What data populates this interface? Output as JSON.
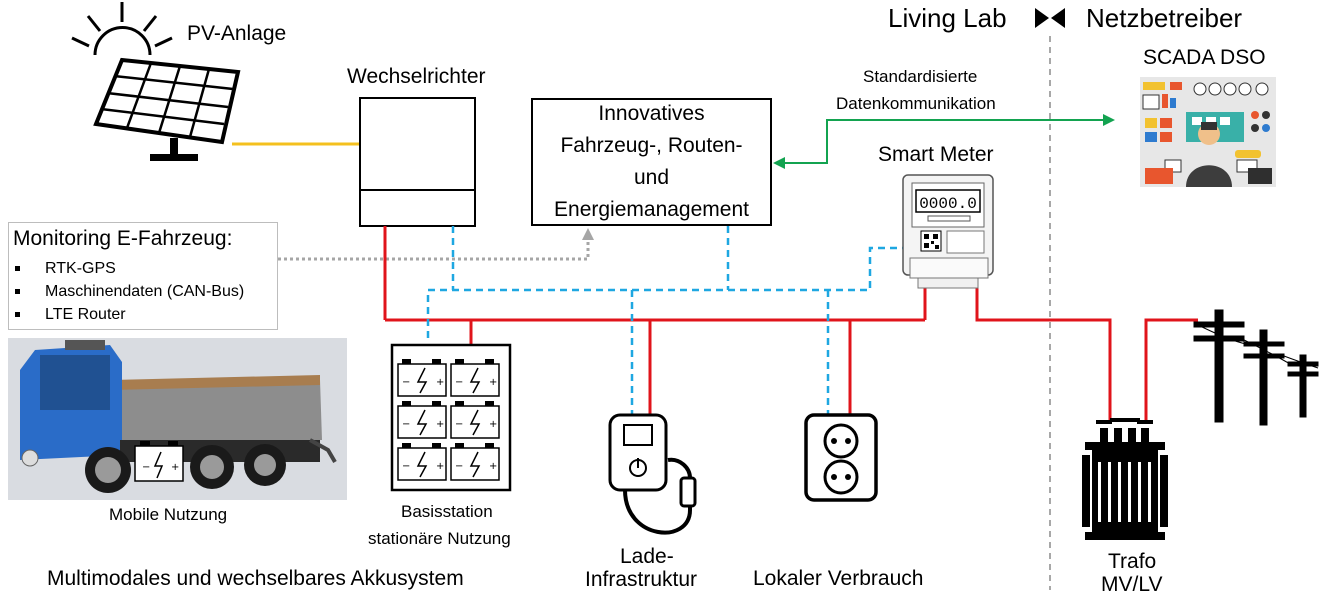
{
  "labels": {
    "pv": "PV-Anlage",
    "inverter": "Wechselrichter",
    "innovative": "Innovatives\nFahrzeug-, Routen-\nund\nEnergiemanagement",
    "comm_line1": "Standardisierte",
    "comm_line2": "Datenkommunikation",
    "smart_meter": "Smart Meter",
    "living_lab": "Living Lab",
    "netzbetreiber": "Netzbetreiber",
    "scada": "SCADA DSO",
    "monitoring_title": "Monitoring E-Fahrzeug:",
    "mobile": "Mobile Nutzung",
    "basis_line1": "Basisstation",
    "basis_line2": "stationäre Nutzung",
    "lade_line1": "Lade-",
    "lade_line2": "Infrastruktur",
    "lokal": "Lokaler Verbrauch",
    "trafo_line1": "Trafo",
    "trafo_line2": "MV/LV",
    "bottom": "Multimodales und wechselbares Akkusystem",
    "meter_display": "0000.0"
  },
  "monitoring_items": [
    "RTK-GPS",
    "Maschinendaten (CAN-Bus)",
    "LTE Router"
  ],
  "colors": {
    "power_line": "#e0141b",
    "pv_line": "#f4c01e",
    "data_line": "#1ea7e1",
    "comm_line": "#13a350",
    "monitor_line": "#a6a6a6",
    "separator": "#8c8c8c",
    "vehicle_body": "#2a6cc8",
    "vehicle_bed": "#8d8d8d"
  },
  "icons": [
    "sun-icon",
    "solar-panel-icon",
    "inverter-icon",
    "smart-meter-icon",
    "scada-icon",
    "battery-rack-icon",
    "charger-icon",
    "socket-icon",
    "transformer-icon",
    "power-pole-icon",
    "vehicle-icon",
    "bowtie-icon"
  ]
}
